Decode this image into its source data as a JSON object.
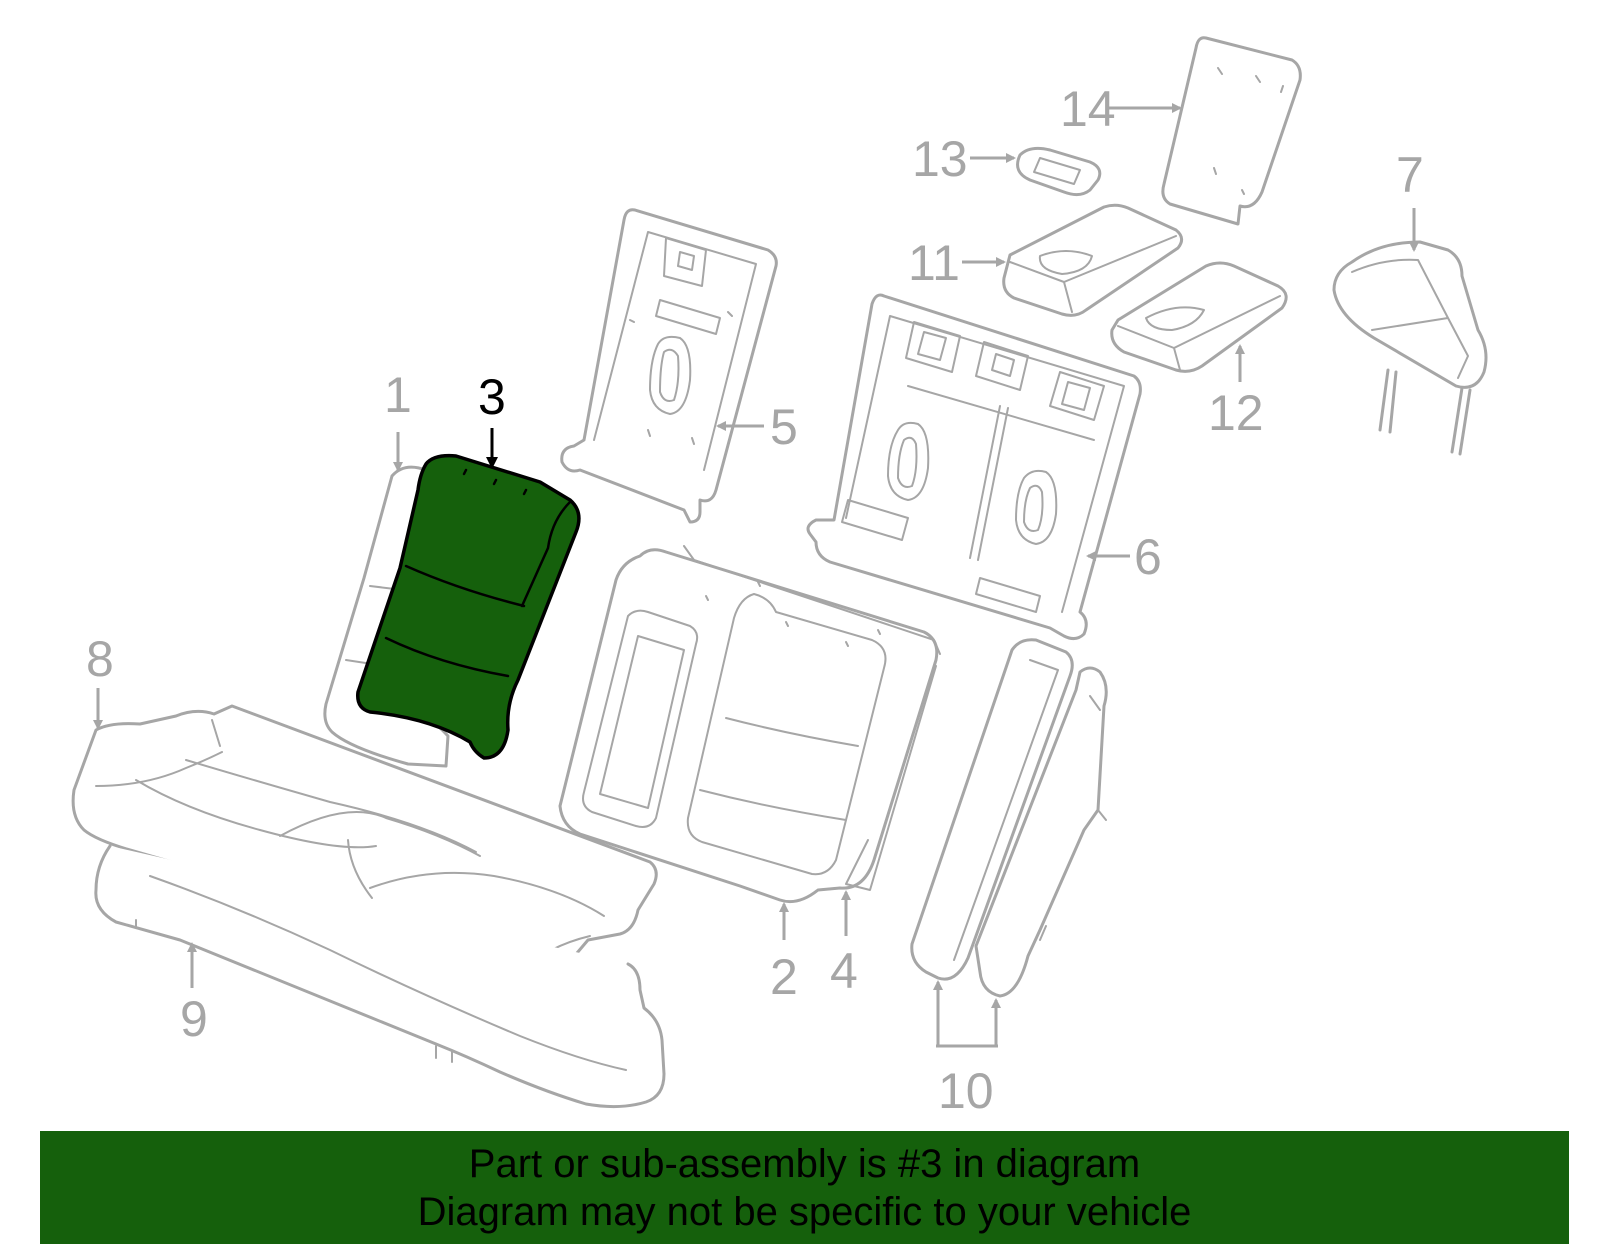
{
  "callouts": {
    "c1": "1",
    "c2": "2",
    "c3": "3",
    "c4": "4",
    "c5": "5",
    "c6": "6",
    "c7": "7",
    "c8": "8",
    "c9": "9",
    "c10": "10",
    "c11": "11",
    "c12": "12",
    "c13": "13",
    "c14": "14"
  },
  "highlight": {
    "part_number": "3",
    "color": "#15600c"
  },
  "banner": {
    "line1": "Part or sub-assembly is #3 in diagram",
    "line2": "Diagram may not be specific to your vehicle"
  }
}
